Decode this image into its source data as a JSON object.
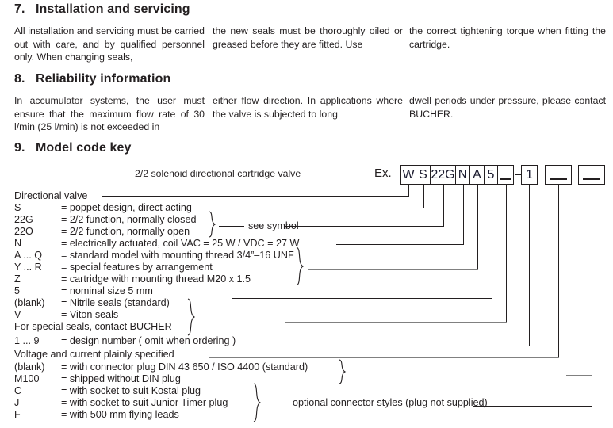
{
  "document": {
    "sections": [
      {
        "number": "7.",
        "title": "Installation and servicing",
        "columns": [
          "All installation and servicing  must be carried out with care, and by qualified personnel only. When changing seals,",
          "the new seals must be thoroughly oiled or greased before they are fitted. Use",
          "the correct tightening torque when fitting the cartridge."
        ]
      },
      {
        "number": "8.",
        "title": "Reliability information",
        "columns": [
          "In accumulator systems, the user must ensure that the maximum flow rate of 30 l/min (25 l/min) is not exceeded in",
          "either flow direction. In applications where the valve is subjected to long",
          "dwell periods under pressure, please contact BUCHER."
        ]
      },
      {
        "number": "9.",
        "title": "Model code key"
      }
    ]
  },
  "model_code": {
    "caption": "2/2 solenoid directional cartridge valve",
    "example_label": "Ex.",
    "boxes": [
      {
        "text": "W"
      },
      {
        "text": "S"
      },
      {
        "text": "22G"
      },
      {
        "text": "N"
      },
      {
        "text": "A"
      },
      {
        "text": "5"
      },
      {
        "text": "_"
      },
      {
        "text": "1"
      },
      {
        "text": "_"
      },
      {
        "text": "_"
      }
    ],
    "separator": "-"
  },
  "key_rows": [
    {
      "code": "Directional valve",
      "desc": "",
      "full_width_label": true
    },
    {
      "code": "S",
      "desc": "= poppet design, direct acting"
    },
    {
      "code": "22G",
      "desc": "= 2/2 function, normally closed"
    },
    {
      "code": "22O",
      "desc": "= 2/2 function, normally open"
    },
    {
      "code": "N",
      "desc": "= electrically actuated, coil VAC = 25 W  /  VDC = 27 W"
    },
    {
      "code": "A ... Q",
      "desc": "= standard model with mounting thread 3/4”–16 UNF"
    },
    {
      "code": "Y ... R",
      "desc": "= special features by arrangement"
    },
    {
      "code": "Z",
      "desc": "= cartridge with mounting thread M20 x 1.5"
    },
    {
      "code": "5",
      "desc": "= nominal size 5 mm"
    },
    {
      "code": "(blank)",
      "desc": "= Nitrile seals (standard)"
    },
    {
      "code": "V",
      "desc": "= Viton seals"
    },
    {
      "code": "For special seals, contact BUCHER",
      "desc": "",
      "full_width_label": true
    },
    {
      "code": "1 ... 9",
      "desc": "= design number  ( omit when ordering )"
    },
    {
      "code": "Voltage and current plainly specified",
      "desc": "",
      "full_width_label": true
    },
    {
      "code": "(blank)",
      "desc": "= with connector plug DIN 43 650 / ISO 4400 (standard)"
    },
    {
      "code": "M100",
      "desc": "= shipped without DIN plug"
    },
    {
      "code": "C",
      "desc": "= with socket to suit Kostal plug"
    },
    {
      "code": "J",
      "desc": "= with socket to suit Junior Timer plug"
    },
    {
      "code": "F",
      "desc": "= with 500 mm flying leads"
    }
  ],
  "annotations": {
    "see_symbol": "see symbol",
    "optional_connector": "optional connector styles (plug not supplied)"
  },
  "colors": {
    "text": "#231f20",
    "line": "#231f20",
    "line_grey": "#808080",
    "background": "#ffffff"
  }
}
